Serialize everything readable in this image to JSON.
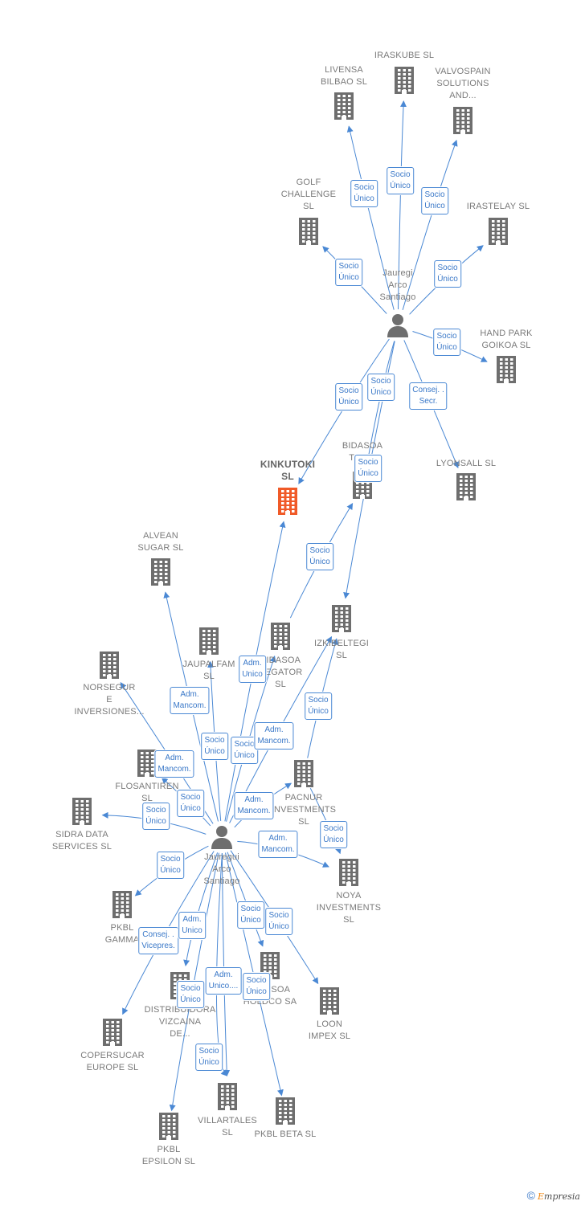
{
  "persons": [
    {
      "id": "p1",
      "label": "Jauregi\nArco\nSantiago"
    },
    {
      "id": "p2",
      "label": "Jauregui\nArco\nSantiago"
    }
  ],
  "companies": [
    {
      "id": "iraskube",
      "label": "IRASKUBE  SL",
      "focus": false
    },
    {
      "id": "livensa",
      "label": "LIVENSA\nBILBAO  SL",
      "focus": false
    },
    {
      "id": "valvospain",
      "label": "VALVOSPAIN\nSOLUTIONS\nAND...",
      "focus": false
    },
    {
      "id": "golf",
      "label": "GOLF\nCHALLENGE\nSL",
      "focus": false
    },
    {
      "id": "irastelay",
      "label": "IRASTELAY  SL",
      "focus": false
    },
    {
      "id": "handpark",
      "label": "HAND PARK\nGOIKOA  SL",
      "focus": false
    },
    {
      "id": "kinkutoki",
      "label": "KINKUTOKI\nSL",
      "focus": true
    },
    {
      "id": "bidasoa_t",
      "label": "BIDASOA\nTOR...",
      "focus": false
    },
    {
      "id": "lyonsall",
      "label": "LYONSALL  SL",
      "focus": false
    },
    {
      "id": "alvean",
      "label": "ALVEAN\nSUGAR  SL",
      "focus": false
    },
    {
      "id": "izkibeltegi",
      "label": "IZKIBELTEGI\nSL",
      "focus": false
    },
    {
      "id": "jaupalfam",
      "label": "JAUPALFAM\nSL",
      "focus": false
    },
    {
      "id": "bidasoa_r",
      "label": "BIDASOA\nREGATOR\nSL",
      "focus": false
    },
    {
      "id": "norsegur",
      "label": "NORSEGUR\nE\nINVERSIONES...",
      "focus": false
    },
    {
      "id": "flosantiren",
      "label": "FLOSANTIREN\nSL",
      "focus": false
    },
    {
      "id": "pacnur",
      "label": "PACNUR\nINVESTMENTS\nSL",
      "focus": false
    },
    {
      "id": "sidra",
      "label": "SIDRA DATA\nSERVICES  SL",
      "focus": false
    },
    {
      "id": "noya",
      "label": "NOYA\nINVESTMENTS\nSL",
      "focus": false
    },
    {
      "id": "pkblgamma",
      "label": "PKBL\nGAMMA",
      "focus": false
    },
    {
      "id": "bidasoa_h",
      "label": "BIDASOA\nHOLDCO SA",
      "focus": false
    },
    {
      "id": "distribuidora",
      "label": "DISTRIBUIDORA\nVIZCAINA\nDE...",
      "focus": false
    },
    {
      "id": "loon",
      "label": "LOON\nIMPEX  SL",
      "focus": false
    },
    {
      "id": "copersucar",
      "label": "COPERSUCAR\nEUROPE  SL",
      "focus": false
    },
    {
      "id": "villartales",
      "label": "VILLARTALES\nSL",
      "focus": false
    },
    {
      "id": "pkblbeta",
      "label": "PKBL BETA  SL",
      "focus": false
    },
    {
      "id": "pkblepsilon",
      "label": "PKBL\nEPSILON  SL",
      "focus": false
    }
  ],
  "edges": [
    {
      "from": "p1",
      "to": "livensa",
      "label": "Socio\nÚnico"
    },
    {
      "from": "p1",
      "to": "iraskube",
      "label": "Socio\nÚnico"
    },
    {
      "from": "p1",
      "to": "valvospain",
      "label": "Socio\nÚnico"
    },
    {
      "from": "p1",
      "to": "golf",
      "label": "Socio\nÚnico"
    },
    {
      "from": "p1",
      "to": "irastelay",
      "label": "Socio\nÚnico"
    },
    {
      "from": "p1",
      "to": "handpark",
      "label": "Socio\nÚnico"
    },
    {
      "from": "p1",
      "to": "kinkutoki",
      "label": "Socio\nÚnico"
    },
    {
      "from": "p1",
      "to": "bidasoa_t",
      "label": "Socio\nÚnico"
    },
    {
      "from": "p1",
      "to": "lyonsall",
      "label": "Consej. .\nSecr."
    },
    {
      "from": "p1",
      "to": "izkibeltegi",
      "label": "Socio\nÚnico"
    },
    {
      "from": "bidasoa_r",
      "to": "bidasoa_t",
      "label": "Socio\nÚnico"
    },
    {
      "from": "p2",
      "to": "kinkutoki",
      "label": "Adm.\nUnico"
    },
    {
      "from": "p2",
      "to": "alvean",
      "label": "Adm.\nMancom."
    },
    {
      "from": "p2",
      "to": "jaupalfam",
      "label": "Socio\nÚnico"
    },
    {
      "from": "p2",
      "to": "bidasoa_r",
      "label": "Socio\nÚnico"
    },
    {
      "from": "p2",
      "to": "izkibeltegi",
      "label": "Adm.\nMancom."
    },
    {
      "from": "pacnur",
      "to": "izkibeltegi",
      "label": "Socio\nÚnico"
    },
    {
      "from": "p2",
      "to": "norsegur",
      "label": "Adm.\nMancom."
    },
    {
      "from": "p2",
      "to": "flosantiren",
      "label": "Socio\nÚnico"
    },
    {
      "from": "p2",
      "to": "pacnur",
      "label": "Adm.\nMancom."
    },
    {
      "from": "p2",
      "to": "sidra",
      "label": "Socio\nÚnico"
    },
    {
      "from": "p2",
      "to": "noya",
      "label": "Adm.\nMancom."
    },
    {
      "from": "pacnur",
      "to": "noya",
      "label": "Socio\nÚnico"
    },
    {
      "from": "p2",
      "to": "pkblgamma",
      "label": "Socio\nÚnico"
    },
    {
      "from": "p2",
      "to": "copersucar",
      "label": "Consej. .\nVicepres."
    },
    {
      "from": "p2",
      "to": "distribuidora",
      "label": "Adm.\nUnico"
    },
    {
      "from": "p2",
      "to": "bidasoa_h",
      "label": "Socio\nÚnico"
    },
    {
      "from": "p2",
      "to": "loon",
      "label": "Socio\nÚnico"
    },
    {
      "from": "p2",
      "to": "pkblbeta",
      "label": "Socio\nÚnico"
    },
    {
      "from": "p2",
      "to": "villartales",
      "label": "Adm.\nUnico...."
    },
    {
      "from": "p2",
      "to": "pkblepsilon",
      "label": "Socio\nÚnico"
    },
    {
      "from": "p2",
      "to": "villartales",
      "label": "Socio\nÚnico"
    }
  ],
  "colors": {
    "edge": "#4a88d4",
    "building": "#6e6e6e",
    "focus_building": "#f05a28",
    "person": "#6e6e6e"
  },
  "footer": {
    "symbol": "©",
    "brand_first": "E",
    "brand_rest": "mpresia"
  }
}
